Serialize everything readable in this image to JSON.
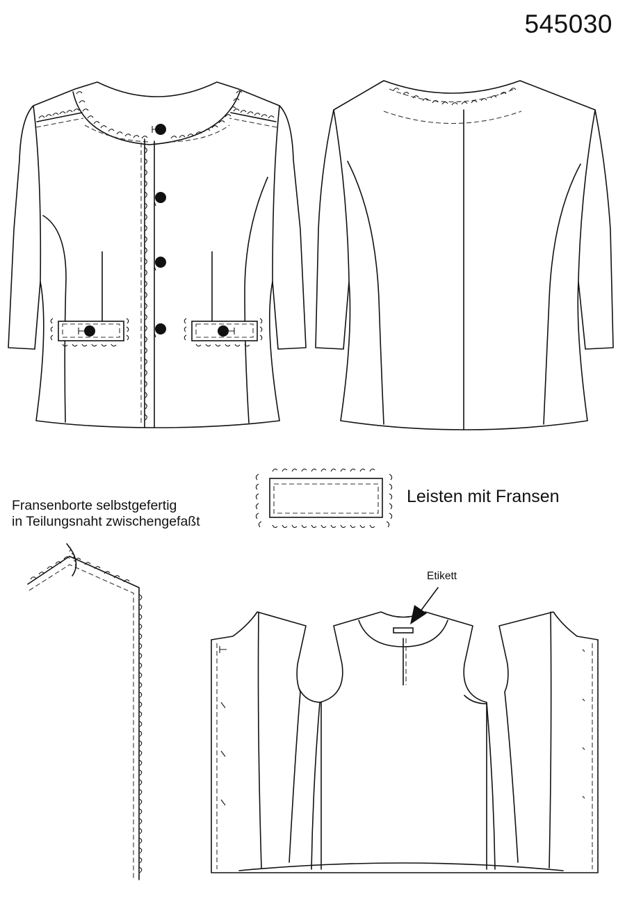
{
  "pattern": {
    "style_number": "545030",
    "fringe_note_lines": [
      "Fransenborte selbstgefertig",
      "in Teilungsnaht zwischengefaßt"
    ],
    "strips_label": "Leisten  mit Fransen",
    "label_tag": "Etikett"
  },
  "colors": {
    "ink": "#111111",
    "paper": "#ffffff"
  },
  "views": [
    "front-view",
    "back-view",
    "fringe-strip-detail",
    "fringe-seam-detail",
    "lining-layout"
  ]
}
